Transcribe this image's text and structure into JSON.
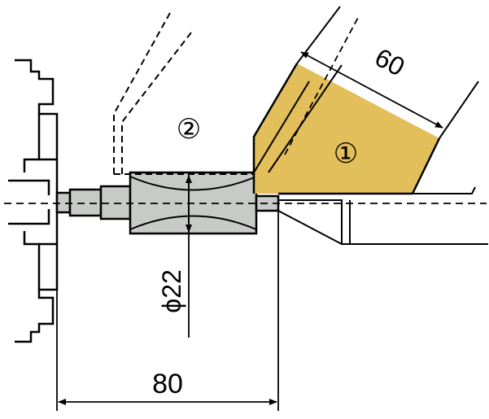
{
  "labels": {
    "tool_1": "①",
    "tool_2": "②",
    "dim_length": "80",
    "dim_diameter": "ϕ22",
    "dim_width": "60"
  },
  "colors": {
    "tool_fill": "#E2BF5A",
    "part_fill": "#C8CAC8",
    "line": "#000000"
  }
}
